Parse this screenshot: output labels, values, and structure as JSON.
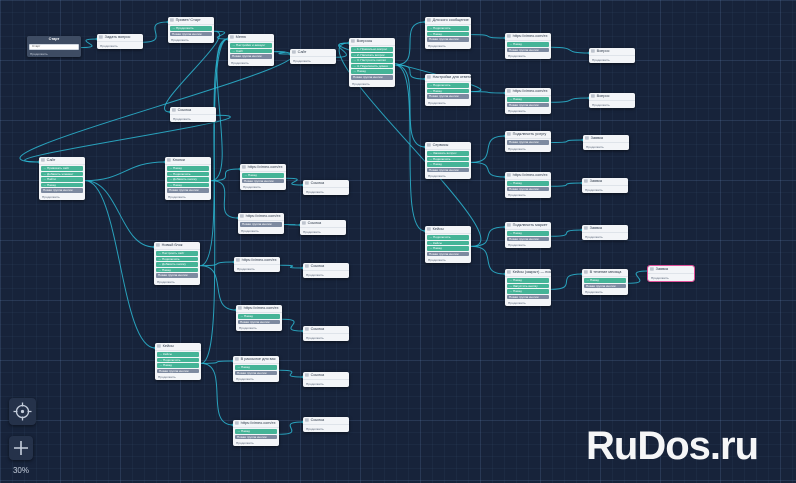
{
  "canvas": {
    "zoom_label": "30%",
    "wire_color": "#2bb7d2",
    "node_button_color": "#45b497",
    "node_add_color": "#7d8aa0",
    "highlight_color": "#e0509a"
  },
  "controls": {
    "target_icon": "crosshair-icon",
    "zoom_in_icon": "plus-icon"
  },
  "watermark": "RuDos.ru",
  "nodes": [
    {
      "id": "start",
      "title": "Старт",
      "rows": [
        {
          "k": "inp",
          "t": "Старт"
        }
      ],
      "footer": "Продолжить"
    },
    {
      "id": "n1",
      "title": "Задать вопрос",
      "rows": [],
      "footer": "Продолжить"
    },
    {
      "id": "n2",
      "title": "Привет/ Старт",
      "rows": [
        {
          "k": "btn",
          "t": "Продолжить"
        },
        {
          "k": "add",
          "t": "Новая группа кнопок"
        }
      ],
      "footer": "Продолжить"
    },
    {
      "id": "n3",
      "title": "Меню",
      "rows": [
        {
          "k": "btn",
          "t": "Настройки и аккаунт"
        },
        {
          "k": "btn",
          "t": "Сайт"
        },
        {
          "k": "add",
          "t": "Новая группа кнопок"
        }
      ],
      "footer": "Продолжить"
    },
    {
      "id": "n4",
      "title": "Сайт",
      "rows": [],
      "footer": "Продолжить"
    },
    {
      "id": "n5",
      "title": "Вопросы",
      "rows": [
        {
          "k": "btn",
          "t": "1. Правильно вопрос"
        },
        {
          "k": "btn",
          "t": "2. Написать вопрос"
        },
        {
          "k": "btn",
          "t": "3. Настроить кнопки"
        },
        {
          "k": "btn",
          "t": "4. Подключить домен"
        },
        {
          "k": "btn",
          "t": "Назад"
        },
        {
          "k": "add",
          "t": "Новая группа кнопок"
        }
      ],
      "footer": "Продолжить"
    },
    {
      "id": "n6",
      "title": "Для кого сообщение",
      "rows": [
        {
          "k": "btn",
          "t": "Подключить"
        },
        {
          "k": "btn",
          "t": "Назад"
        },
        {
          "k": "add",
          "t": "Новая группа кнопок"
        }
      ],
      "footer": "Продолжить"
    },
    {
      "id": "n7",
      "title": "https://vimeo.com/ex",
      "rows": [
        {
          "k": "btn",
          "t": "Назад"
        },
        {
          "k": "add",
          "t": "Новая группа кнопок"
        }
      ],
      "footer": "Продолжить"
    },
    {
      "id": "n8",
      "title": "Вопрос",
      "rows": [],
      "footer": "Продолжить"
    },
    {
      "id": "n9",
      "title": "Настройки для ответа",
      "rows": [
        {
          "k": "btn",
          "t": "Подключить"
        },
        {
          "k": "btn",
          "t": "Назад"
        },
        {
          "k": "add",
          "t": "Новая группа кнопок"
        }
      ],
      "footer": "Продолжить"
    },
    {
      "id": "n10",
      "title": "https://vimeo.com/ex",
      "rows": [
        {
          "k": "btn",
          "t": "Назад"
        },
        {
          "k": "add",
          "t": "Новая группа кнопок"
        }
      ],
      "footer": "Продолжить"
    },
    {
      "id": "n11",
      "title": "Вопрос",
      "rows": [],
      "footer": "Продолжить"
    },
    {
      "id": "n12",
      "title": "Ссылка",
      "rows": [],
      "footer": "Продолжить"
    },
    {
      "id": "n13",
      "title": "Сайт",
      "rows": [
        {
          "k": "btn",
          "t": "Привязать сайт"
        },
        {
          "k": "btn",
          "t": "Добавить элемент"
        },
        {
          "k": "btn",
          "t": "Найти"
        },
        {
          "k": "btn",
          "t": "Назад"
        },
        {
          "k": "add",
          "t": "Новая группа кнопок"
        }
      ],
      "footer": "Продолжить"
    },
    {
      "id": "n14",
      "title": "Кнопки",
      "rows": [
        {
          "k": "btn",
          "t": "Назад"
        },
        {
          "k": "btn",
          "t": "Подключить"
        },
        {
          "k": "btn",
          "t": "Добавить кнопку"
        },
        {
          "k": "btn",
          "t": "Назад"
        },
        {
          "k": "add",
          "t": "Новая группа кнопок"
        }
      ],
      "footer": "Продолжить"
    },
    {
      "id": "n15",
      "title": "https://vimeo.com/ex",
      "rows": [
        {
          "k": "btn",
          "t": "Назад"
        },
        {
          "k": "add",
          "t": "Новая группа кнопок"
        }
      ],
      "footer": "Продолжить"
    },
    {
      "id": "n16",
      "title": "Ссылка",
      "rows": [],
      "footer": "Продолжить"
    },
    {
      "id": "n17",
      "title": "https://vimeo.com/ex",
      "rows": [
        {
          "k": "add",
          "t": "Новая группа кнопок"
        }
      ],
      "footer": "Продолжить"
    },
    {
      "id": "n18",
      "title": "Ссылка",
      "rows": [],
      "footer": "Продолжить"
    },
    {
      "id": "n19",
      "title": "Новый блок",
      "rows": [
        {
          "k": "btn",
          "t": "Настроить сайт"
        },
        {
          "k": "btn",
          "t": "Подключить"
        },
        {
          "k": "btn",
          "t": "Добавить кнопку"
        },
        {
          "k": "btn",
          "t": "Назад"
        },
        {
          "k": "add",
          "t": "Новая группа кнопок"
        }
      ],
      "footer": "Продолжить"
    },
    {
      "id": "n20",
      "title": "https://vimeo.com/ex",
      "rows": [],
      "footer": "Продолжить"
    },
    {
      "id": "n21",
      "title": "Ссылка",
      "rows": [],
      "footer": "Продолжить"
    },
    {
      "id": "n22",
      "title": "https://vimeo.com/ex",
      "rows": [
        {
          "k": "btn",
          "t": "Назад"
        },
        {
          "k": "add",
          "t": "Новая группа кнопок"
        }
      ],
      "footer": "Продолжить"
    },
    {
      "id": "n23",
      "title": "Ссылка",
      "rows": [],
      "footer": "Продолжить"
    },
    {
      "id": "n24",
      "title": "Кейсы",
      "rows": [
        {
          "k": "btn",
          "t": "Кейсы"
        },
        {
          "k": "btn",
          "t": "Подключить"
        },
        {
          "k": "btn",
          "t": "Назад"
        },
        {
          "k": "add",
          "t": "Новая группа кнопок"
        }
      ],
      "footer": "Продолжить"
    },
    {
      "id": "n25",
      "title": "В рассылке для вас",
      "rows": [
        {
          "k": "btn",
          "t": "Назад"
        },
        {
          "k": "add",
          "t": "Новая группа кнопок"
        }
      ],
      "footer": "Продолжить"
    },
    {
      "id": "n26",
      "title": "Ссылка",
      "rows": [],
      "footer": "Продолжить"
    },
    {
      "id": "n27",
      "title": "https://vimeo.com/ex",
      "rows": [
        {
          "k": "btn",
          "t": "Назад"
        },
        {
          "k": "add",
          "t": "Новая группа кнопок"
        }
      ],
      "footer": "Продолжить"
    },
    {
      "id": "n28",
      "title": "Ссылка",
      "rows": [],
      "footer": "Продолжить"
    },
    {
      "id": "n29",
      "title": "Сервисы",
      "rows": [
        {
          "k": "btn",
          "t": "Заказать вопрос"
        },
        {
          "k": "btn",
          "t": "Подключить"
        },
        {
          "k": "btn",
          "t": "Назад"
        },
        {
          "k": "add",
          "t": "Новая группа кнопок"
        }
      ],
      "footer": "Продолжить"
    },
    {
      "id": "n30",
      "title": "Подключить услугу",
      "rows": [
        {
          "k": "add",
          "t": "Новая группа кнопок"
        }
      ],
      "footer": "Продолжить"
    },
    {
      "id": "n31",
      "title": "Заявка",
      "rows": [],
      "footer": "Продолжить"
    },
    {
      "id": "n32",
      "title": "https://vimeo.com/ex",
      "rows": [
        {
          "k": "btn",
          "t": "Назад"
        },
        {
          "k": "add",
          "t": "Новая группа кнопок"
        }
      ],
      "footer": "Продолжить"
    },
    {
      "id": "n33",
      "title": "Заявка",
      "rows": [],
      "footer": "Продолжить"
    },
    {
      "id": "n34",
      "title": "Кейсы",
      "rows": [
        {
          "k": "btn",
          "t": "Подключить"
        },
        {
          "k": "btn",
          "t": "Кейсы"
        },
        {
          "k": "btn",
          "t": "Назад"
        },
        {
          "k": "add",
          "t": "Новая группа кнопок"
        }
      ],
      "footer": "Продолжить"
    },
    {
      "id": "n35",
      "title": "Подключить маркет",
      "rows": [
        {
          "k": "btn",
          "t": "Назад"
        },
        {
          "k": "add",
          "t": "Новая группа кнопок"
        }
      ],
      "footer": "Продолжить"
    },
    {
      "id": "n36",
      "title": "Заявка",
      "rows": [],
      "footer": "Продолжить"
    },
    {
      "id": "n37",
      "title": "Кейсы (закрыт) — последние",
      "rows": [
        {
          "k": "btn",
          "t": "Назад"
        },
        {
          "k": "btn",
          "t": "Запустить кнопку"
        },
        {
          "k": "btn",
          "t": "Назад"
        },
        {
          "k": "add",
          "t": "Новая группа кнопок"
        }
      ],
      "footer": "Продолжить"
    },
    {
      "id": "n38",
      "title": "В течение месяца",
      "rows": [
        {
          "k": "btn",
          "t": "Назад"
        },
        {
          "k": "add",
          "t": "Новая группа кнопок"
        }
      ],
      "footer": "Продолжить"
    },
    {
      "id": "n39",
      "title": "Заявка",
      "rows": [],
      "footer": "Продолжить"
    }
  ]
}
